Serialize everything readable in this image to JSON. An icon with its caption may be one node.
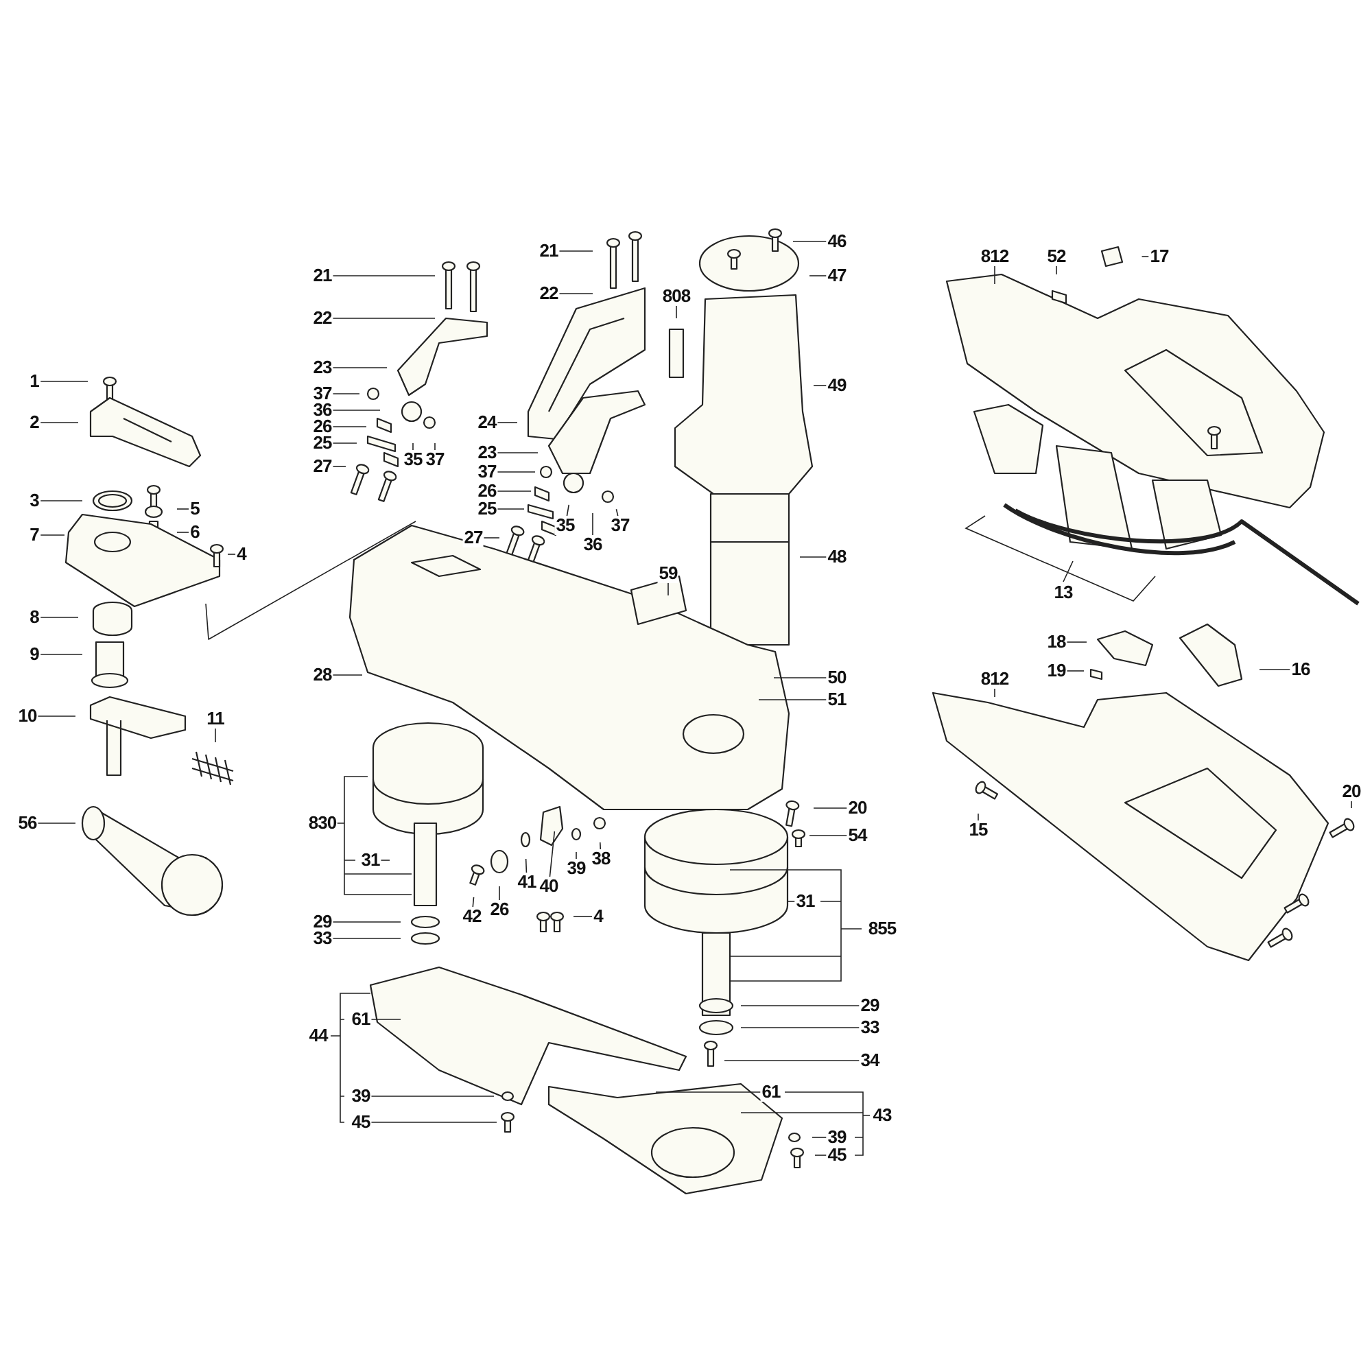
{
  "diagram": {
    "nodes": [
      {
        "text": [
          "1"
        ]
      },
      {
        "text": [
          "2"
        ]
      },
      {
        "text": [
          "3"
        ]
      },
      {
        "text": [
          "5"
        ]
      },
      {
        "text": [
          "6"
        ]
      },
      {
        "text": [
          "7"
        ]
      },
      {
        "text": [
          "4"
        ]
      },
      {
        "text": [
          "8"
        ]
      },
      {
        "text": [
          "9"
        ]
      },
      {
        "text": [
          "10"
        ]
      },
      {
        "text": [
          "11"
        ]
      },
      {
        "text": [
          "56"
        ]
      },
      {
        "text": [
          "21"
        ]
      },
      {
        "text": [
          "22"
        ]
      },
      {
        "text": [
          "23"
        ]
      },
      {
        "text": [
          "37"
        ]
      },
      {
        "text": [
          "36"
        ]
      },
      {
        "text": [
          "26"
        ]
      },
      {
        "text": [
          "25"
        ]
      },
      {
        "text": [
          "27"
        ]
      },
      {
        "text": [
          "35"
        ]
      },
      {
        "text": [
          "37"
        ]
      },
      {
        "text": [
          "28"
        ]
      },
      {
        "text": [
          "21"
        ]
      },
      {
        "text": [
          "22"
        ]
      },
      {
        "text": [
          "24"
        ]
      },
      {
        "text": [
          "23"
        ]
      },
      {
        "text": [
          "37"
        ]
      },
      {
        "text": [
          "26"
        ]
      },
      {
        "text": [
          "25"
        ]
      },
      {
        "text": [
          "27"
        ]
      },
      {
        "text": [
          "35"
        ]
      },
      {
        "text": [
          "36"
        ]
      },
      {
        "text": [
          "37"
        ]
      },
      {
        "text": [
          "808"
        ]
      },
      {
        "text": [
          "59"
        ]
      },
      {
        "text": [
          "46"
        ]
      },
      {
        "text": [
          "47"
        ]
      },
      {
        "text": [
          "49"
        ]
      },
      {
        "text": [
          "48"
        ]
      },
      {
        "text": [
          "50"
        ]
      },
      {
        "text": [
          "51"
        ]
      },
      {
        "text": [
          "812"
        ]
      },
      {
        "text": [
          "52"
        ]
      },
      {
        "text": [
          "17"
        ]
      },
      {
        "text": [
          "13"
        ]
      },
      {
        "text": [
          "18"
        ]
      },
      {
        "text": [
          "19"
        ]
      },
      {
        "text": [
          "16"
        ]
      },
      {
        "text": [
          "812"
        ]
      },
      {
        "text": [
          "15"
        ]
      },
      {
        "text": [
          "20"
        ]
      },
      {
        "text": [
          "20"
        ]
      },
      {
        "text": [
          "54"
        ]
      },
      {
        "text": [
          "31"
        ]
      },
      {
        "text": [
          "855"
        ]
      },
      {
        "text": [
          "29"
        ]
      },
      {
        "text": [
          "33"
        ]
      },
      {
        "text": [
          "34"
        ]
      },
      {
        "text": [
          "61"
        ]
      },
      {
        "text": [
          "43"
        ]
      },
      {
        "text": [
          "39"
        ]
      },
      {
        "text": [
          "45"
        ]
      },
      {
        "text": [
          "38"
        ]
      },
      {
        "text": [
          "39"
        ]
      },
      {
        "text": [
          "40"
        ]
      },
      {
        "text": [
          "41"
        ]
      },
      {
        "text": [
          "26"
        ]
      },
      {
        "text": [
          "42"
        ]
      },
      {
        "text": [
          "4"
        ]
      },
      {
        "text": [
          "830"
        ]
      },
      {
        "text": [
          "31"
        ]
      },
      {
        "text": [
          "29"
        ]
      },
      {
        "text": [
          "33"
        ]
      },
      {
        "text": [
          "44"
        ]
      },
      {
        "text": [
          "61"
        ]
      },
      {
        "text": [
          "39"
        ]
      },
      {
        "text": [
          "45"
        ]
      }
    ],
    "edges": [
      {
        "from": 0,
        "to": null,
        "arrow": "none"
      },
      {
        "from": 1,
        "to": null,
        "arrow": "none"
      },
      {
        "from": 2,
        "to": null,
        "arrow": "none"
      },
      {
        "from": 3,
        "to": null,
        "arrow": "none"
      },
      {
        "from": 4,
        "to": null,
        "arrow": "none"
      },
      {
        "from": 5,
        "to": null,
        "arrow": "none"
      },
      {
        "from": 6,
        "to": null,
        "arrow": "none"
      },
      {
        "from": 7,
        "to": null,
        "arrow": "none"
      },
      {
        "from": 8,
        "to": null,
        "arrow": "none"
      },
      {
        "from": 9,
        "to": null,
        "arrow": "none"
      },
      {
        "from": 10,
        "to": null,
        "arrow": "none"
      },
      {
        "from": 11,
        "to": null,
        "arrow": "none"
      },
      {
        "from": 12,
        "to": null,
        "arrow": "none"
      },
      {
        "from": 13,
        "to": null,
        "arrow": "none"
      },
      {
        "from": 14,
        "to": null,
        "arrow": "none"
      },
      {
        "from": 15,
        "to": null,
        "arrow": "none"
      },
      {
        "from": 16,
        "to": null,
        "arrow": "none"
      },
      {
        "from": 17,
        "to": null,
        "arrow": "none"
      },
      {
        "from": 18,
        "to": null,
        "arrow": "none"
      },
      {
        "from": 19,
        "to": null,
        "arrow": "none"
      },
      {
        "from": 20,
        "to": null,
        "arrow": "none"
      },
      {
        "from": 21,
        "to": null,
        "arrow": "none"
      },
      {
        "from": 22,
        "to": null,
        "arrow": "none"
      },
      {
        "from": 23,
        "to": null,
        "arrow": "none"
      },
      {
        "from": 24,
        "to": null,
        "arrow": "none"
      },
      {
        "from": 25,
        "to": null,
        "arrow": "none"
      },
      {
        "from": 26,
        "to": null,
        "arrow": "none"
      },
      {
        "from": 27,
        "to": null,
        "arrow": "none"
      },
      {
        "from": 28,
        "to": null,
        "arrow": "none"
      },
      {
        "from": 29,
        "to": null,
        "arrow": "none"
      },
      {
        "from": 30,
        "to": null,
        "arrow": "none"
      },
      {
        "from": 31,
        "to": null,
        "arrow": "none"
      },
      {
        "from": 32,
        "to": null,
        "arrow": "none"
      },
      {
        "from": 33,
        "to": null,
        "arrow": "none"
      },
      {
        "from": 34,
        "to": null,
        "arrow": "none"
      },
      {
        "from": 35,
        "to": null,
        "arrow": "none"
      },
      {
        "from": 36,
        "to": null,
        "arrow": "none"
      },
      {
        "from": 37,
        "to": null,
        "arrow": "none"
      },
      {
        "from": 38,
        "to": null,
        "arrow": "none"
      },
      {
        "from": 39,
        "to": null,
        "arrow": "none"
      },
      {
        "from": 40,
        "to": null,
        "arrow": "none"
      },
      {
        "from": 41,
        "to": null,
        "arrow": "none"
      },
      {
        "from": 42,
        "to": null,
        "arrow": "none"
      },
      {
        "from": 43,
        "to": null,
        "arrow": "none"
      },
      {
        "from": 44,
        "to": null,
        "arrow": "none"
      },
      {
        "from": 46,
        "to": null,
        "arrow": "none"
      },
      {
        "from": 47,
        "to": null,
        "arrow": "none"
      },
      {
        "from": 48,
        "to": null,
        "arrow": "none"
      },
      {
        "from": 49,
        "to": null,
        "arrow": "none"
      },
      {
        "from": 50,
        "to": null,
        "arrow": "none"
      },
      {
        "from": 51,
        "to": null,
        "arrow": "none"
      },
      {
        "from": 52,
        "to": null,
        "arrow": "none"
      },
      {
        "from": 53,
        "to": null,
        "arrow": "none"
      },
      {
        "from": 54,
        "to": null,
        "arrow": "none"
      },
      {
        "from": 56,
        "to": null,
        "arrow": "none"
      },
      {
        "from": 57,
        "to": null,
        "arrow": "none"
      },
      {
        "from": 58,
        "to": null,
        "arrow": "none"
      },
      {
        "from": 59,
        "to": null,
        "arrow": "none"
      },
      {
        "from": 61,
        "to": null,
        "arrow": "none"
      },
      {
        "from": 62,
        "to": null,
        "arrow": "none"
      },
      {
        "from": 63,
        "to": null,
        "arrow": "none"
      },
      {
        "from": 64,
        "to": null,
        "arrow": "none"
      },
      {
        "from": 65,
        "to": null,
        "arrow": "none"
      },
      {
        "from": 66,
        "to": null,
        "arrow": "none"
      },
      {
        "from": 67,
        "to": null,
        "arrow": "none"
      },
      {
        "from": 68,
        "to": null,
        "arrow": "none"
      },
      {
        "from": 69,
        "to": null,
        "arrow": "none"
      },
      {
        "from": 71,
        "to": null,
        "arrow": "none"
      },
      {
        "from": 72,
        "to": null,
        "arrow": "none"
      },
      {
        "from": 73,
        "to": null,
        "arrow": "none"
      },
      {
        "from": 75,
        "to": null,
        "arrow": "none"
      },
      {
        "from": 76,
        "to": null,
        "arrow": "none"
      },
      {
        "from": 77,
        "to": null,
        "arrow": "none"
      }
    ]
  }
}
